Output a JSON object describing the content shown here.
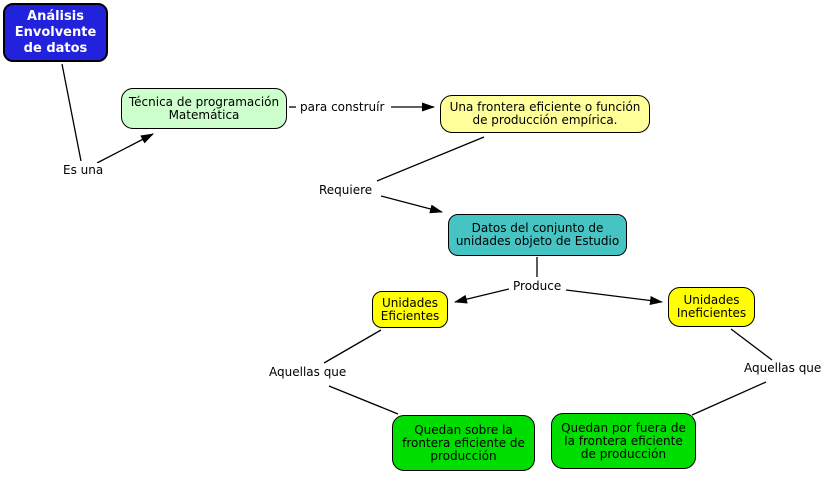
{
  "diagram": {
    "type": "concept-map",
    "background_color": "#FFFFFF",
    "line_color": "#000000",
    "nodes": {
      "analisis": {
        "label": "Análisis\nEnvolvente\nde datos",
        "fill": "#2222DD",
        "text_color": "#FFFFFF"
      },
      "tecnica": {
        "label": "Técnica de programación\nMatemática",
        "fill": "#CCFFCC",
        "text_color": "#000000"
      },
      "frontera": {
        "label": "Una frontera eficiente o función\nde producción empírica.",
        "fill": "#FFFF99",
        "text_color": "#000000"
      },
      "datos": {
        "label": "Datos del conjunto de\nunidades objeto de Estudio",
        "fill": "#46C4C4",
        "text_color": "#000000"
      },
      "eficientes": {
        "label": "Unidades\nEficientes",
        "fill": "#FFFF00",
        "text_color": "#000000"
      },
      "ineficientes": {
        "label": "Unidades\nIneficientes",
        "fill": "#FFFF00",
        "text_color": "#000000"
      },
      "quedan_sobre": {
        "label": "Quedan sobre la\nfrontera eficiente de\nproducción",
        "fill": "#00DD00",
        "text_color": "#000000"
      },
      "quedan_fuera": {
        "label": "Quedan por fuera de\nla frontera eficiente\nde producción",
        "fill": "#00DD00",
        "text_color": "#000000"
      }
    },
    "link_labels": {
      "es_una": "Es una",
      "para_construir": "para construír",
      "requiere": "Requiere",
      "produce": "Produce",
      "aquellas_que_izq": "Aquellas que",
      "aquellas_que_der": "Aquellas que"
    }
  }
}
